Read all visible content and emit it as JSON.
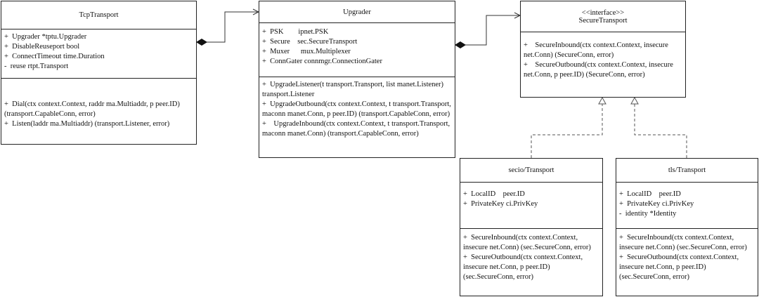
{
  "classes": {
    "tcp": {
      "name": "TcpTransport",
      "attributes": [
        "+  Upgrader *tptu.Upgrader",
        "+  DisableReuseport bool",
        "+  ConnectTimeout time.Duration",
        "-  reuse rtpt.Transport"
      ],
      "methods": [
        "+  Dial(ctx context.Context, raddr ma.Multiaddr, p peer.ID) (transport.CapableConn, error)",
        "+  Listen(laddr ma.Multiaddr) (transport.Listener, error)"
      ]
    },
    "upgrader": {
      "name": "Upgrader",
      "attributes": [
        "+  PSK        ipnet.PSK",
        "+  Secure    sec.SecureTransport",
        "+  Muxer      mux.Multiplexer",
        "+  ConnGater connmgr.ConnectionGater"
      ],
      "methods": [
        "+  UpgradeListener(t transport.Transport, list manet.Listener) transport.Listener",
        "+  UpgradeOutbound(ctx context.Context, t transport.Transport, maconn manet.Conn, p peer.ID) (transport.CapableConn, error)",
        "+    UpgradeInbound(ctx context.Context, t transport.Transport, maconn manet.Conn) (transport.CapableConn, error)"
      ]
    },
    "secure": {
      "stereotype": "<<interface>>",
      "name": "SecureTransport",
      "methods": [
        "+    SecureInbound(ctx context.Context, insecure net.Conn) (SecureConn, error)",
        "+    SecureOutbound(ctx context.Context, insecure net.Conn, p peer.ID) (SecureConn, error)"
      ]
    },
    "secio": {
      "name": "secio/Transport",
      "attributes": [
        "+  LocalID    peer.ID",
        "+  PrivateKey ci.PrivKey"
      ],
      "methods": [
        "+  SecureInbound(ctx context.Context, insecure net.Conn) (sec.SecureConn, error)",
        "+  SecureOutbound(ctx context.Context, insecure net.Conn, p peer.ID) (sec.SecureConn, error)"
      ]
    },
    "tls": {
      "name": "tls/Transport",
      "attributes": [
        "+  LocalID    peer.ID",
        "+  PrivateKey ci.PrivKey",
        "-  identity *Identity"
      ],
      "methods": [
        "+  SecureInbound(ctx context.Context, insecure net.Conn) (sec.SecureConn, error)",
        "+  SecureOutbound(ctx context.Context, insecure net.Conn, p peer.ID) (sec.SecureConn, error)"
      ]
    }
  }
}
